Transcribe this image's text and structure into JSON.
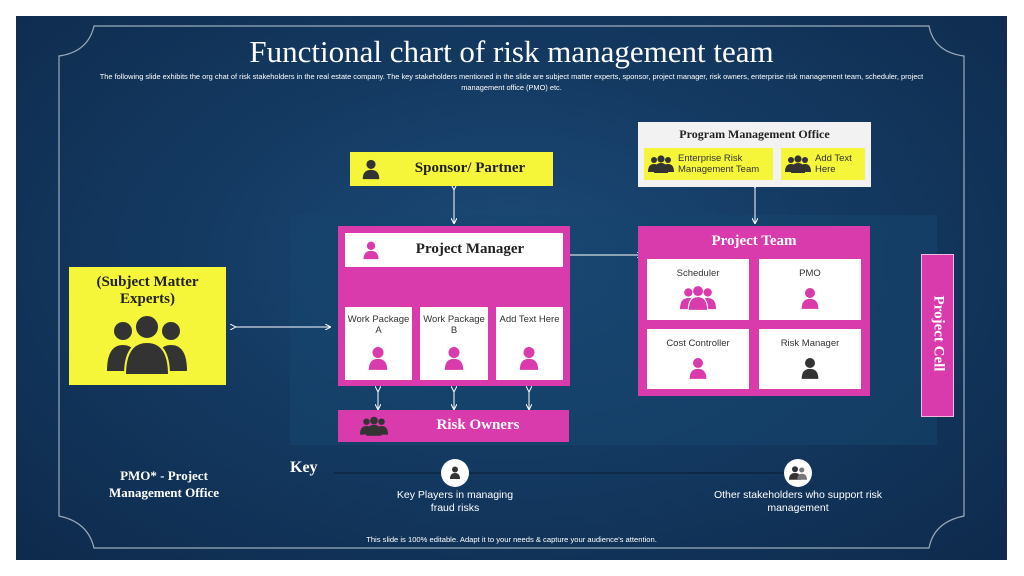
{
  "title": "Functional chart of risk management team",
  "subtitle": "The following slide exhibits the org chat of risk stakeholders in the real estate company. The key stakeholders mentioned in the slide are subject matter experts, sponsor, project manager, risk owners, enterprise risk management  team, scheduler, project management  office (PMO) etc.",
  "sponsor": "Sponsor/ Partner",
  "pmo_office": {
    "title": "Program Management Office",
    "items": [
      "Enterprise Risk Management Team",
      "Add Text Here"
    ]
  },
  "sme": "(Subject Matter Experts)",
  "project_manager": {
    "title": "Project Manager",
    "packages": [
      "Work Package A",
      "Work Package B",
      "Add Text Here"
    ]
  },
  "risk_owners": "Risk Owners",
  "project_team": {
    "title": "Project Team",
    "roles": [
      "Scheduler",
      "PMO",
      "Cost Controller",
      "Risk Manager"
    ]
  },
  "project_cell": "Project Cell",
  "pmo_note": "PMO* - Project Management Office",
  "key": {
    "label": "Key",
    "items": [
      "Key Players in managing fraud risks",
      "Other stakeholders who support risk management"
    ]
  },
  "footer": "This slide is 100% editable.  Adapt it to your needs & capture your audience's attention.",
  "colors": {
    "magenta": "#d93aac",
    "yellow": "#f5f53a",
    "navy": "#143a62"
  }
}
